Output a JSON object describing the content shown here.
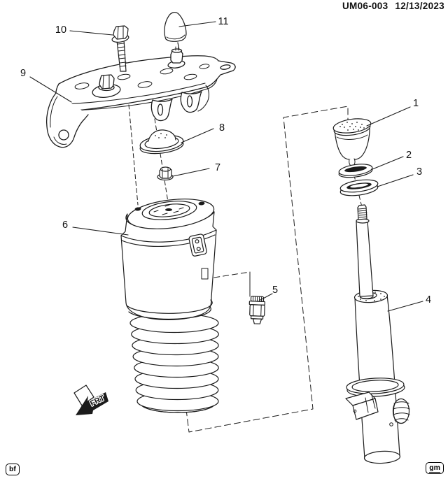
{
  "header": {
    "code": "UM06-003",
    "date": "12/13/2023"
  },
  "callouts": {
    "c1": "1",
    "c2": "2",
    "c3": "3",
    "c4": "4",
    "c5": "5",
    "c6": "6",
    "c7": "7",
    "c8": "8",
    "c9": "9",
    "c10": "10",
    "c11": "11"
  },
  "direction": {
    "label": "FRT"
  },
  "badges": {
    "left": "bf",
    "right": "gm"
  }
}
